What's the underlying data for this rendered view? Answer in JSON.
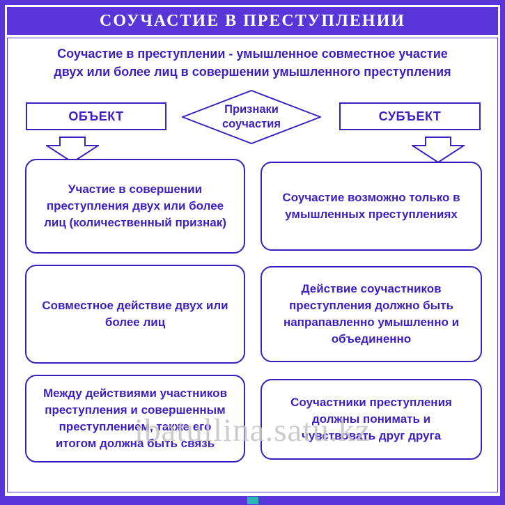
{
  "title": "СОУЧАСТИЕ В ПРЕСТУПЛЕНИИ",
  "intro": "Соучастие в преступлении - умышленное совместное участие двух или более лиц в совершении умышленного преступления",
  "flow": {
    "left_header": "ОБЪЕКТ",
    "right_header": "СУБЪЕКТ",
    "diamond_label": "Признаки соучастия"
  },
  "left_boxes": [
    "Участие в совершении преступления двух или более лиц (количественный признак)",
    "Совместное действие двух или более лиц",
    "Между действиями участников преступления и совершенным преступлением, также его итогом должна быть связь"
  ],
  "right_boxes": [
    "Соучастие возможно только в умышленных преступлениях",
    "Действие соучастников преступления должно быть напрапавленно умышленно и объединенно",
    "Соучастники преступления должны понимать и чувствовать друг друга"
  ],
  "watermark": "ibatullina.satu.kz",
  "colors": {
    "accent": "#3d1fc0",
    "frame": "#5735d8",
    "title_text": "#ffffff",
    "watermark": "#c4c4c4",
    "teal_mark": "#2cb6b6"
  }
}
